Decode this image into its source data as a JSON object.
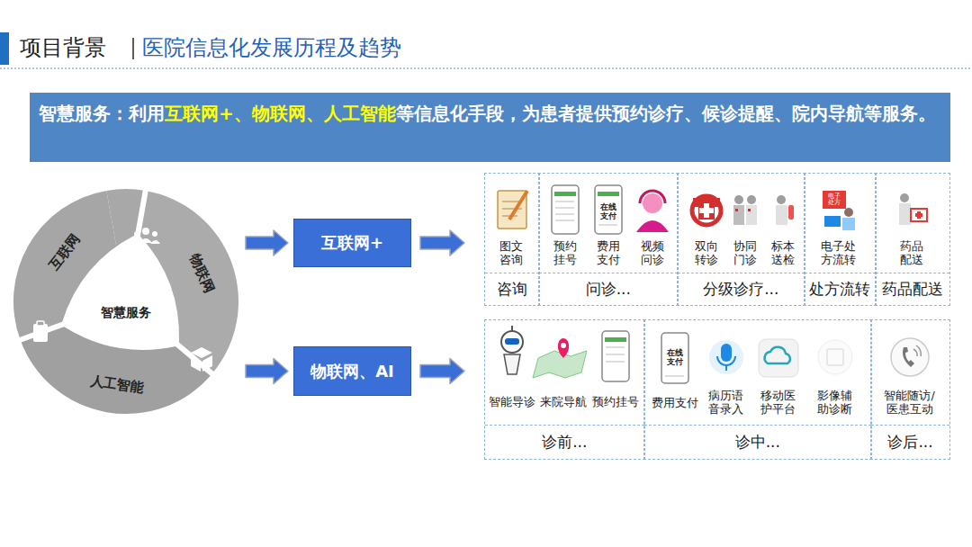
{
  "diagram": {
    "title": "医院信息化发展历程及趋势",
    "nodes": [
      {
        "text": [
          "智慧服务：利用",
          "互联网+、物联网、人工智能",
          "等信息化手段，为患者提供预约诊疗、候诊提醒、院内导航等服务。"
        ]
      },
      {
        "text": [
          "互联网"
        ]
      },
      {
        "text": [
          "物联网"
        ]
      },
      {
        "text": [
          "人工智能"
        ]
      },
      {
        "text": [
          "智慧服务"
        ]
      },
      {
        "text": [
          "互联网+"
        ]
      },
      {
        "text": [
          "物联网、AI"
        ]
      },
      {
        "text": [
          "图文 咨询",
          "咨询"
        ]
      },
      {
        "text": [
          "预约 挂号",
          "费用 支付",
          "视频 问诊",
          "问诊..."
        ]
      },
      {
        "text": [
          "双向 转诊",
          "协同 门诊",
          "标本 送检",
          "分级诊疗..."
        ]
      },
      {
        "text": [
          "电子处 方流转",
          "处方流转"
        ]
      },
      {
        "text": [
          "药品 配送",
          "药品配送"
        ]
      },
      {
        "text": [
          "智能导诊",
          "来院导航",
          "预约挂号",
          "诊前..."
        ]
      },
      {
        "text": [
          "费用支付",
          "病历语 音录入",
          "移动医 护平台",
          "影像辅 助诊断",
          "诊中..."
        ]
      },
      {
        "text": [
          "智能随访/ 医患互动",
          "诊后..."
        ]
      }
    ],
    "edges": [
      {
        "from": 1,
        "to": 5,
        "arrow": "to"
      },
      {
        "from": 5,
        "to": 7,
        "arrow": "to"
      },
      {
        "from": 3,
        "to": 6,
        "arrow": "to"
      },
      {
        "from": 6,
        "to": 12,
        "arrow": "to"
      }
    ],
    "labels": [
      "项目背景",
      "在线 支付",
      "在线 支付",
      "电子 处方"
    ]
  }
}
